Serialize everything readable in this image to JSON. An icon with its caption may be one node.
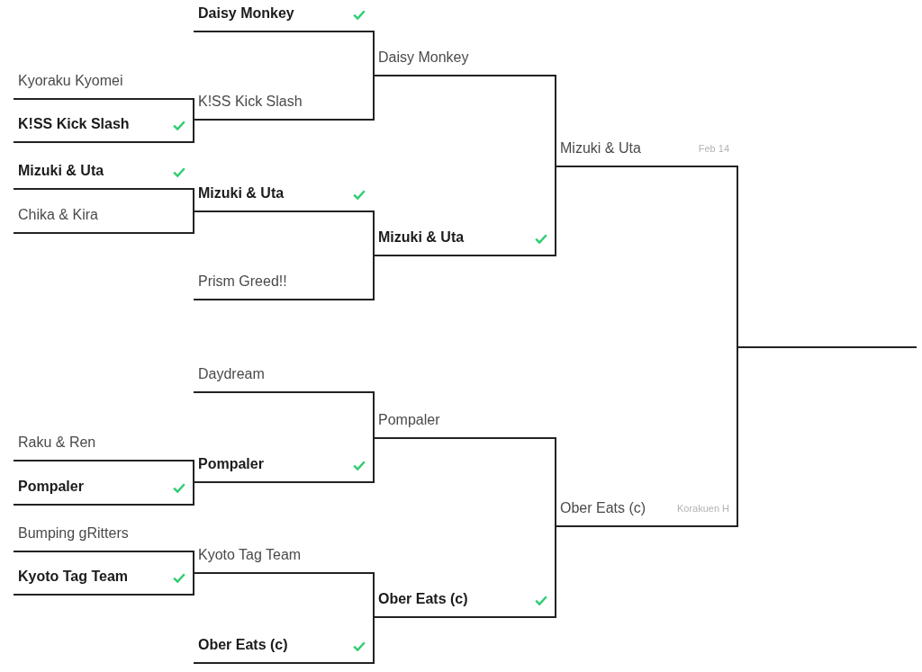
{
  "diagram": {
    "nodes": [
      {
        "text": [
          "Kyoraku Kyomei"
        ]
      },
      {
        "text": [
          "K!SS Kick Slash"
        ]
      },
      {
        "text": [
          "Mizuki & Uta"
        ]
      },
      {
        "text": [
          "Chika & Kira"
        ]
      },
      {
        "text": [
          "Raku & Ren"
        ]
      },
      {
        "text": [
          "Pompaler"
        ]
      },
      {
        "text": [
          "Bumping gRitters"
        ]
      },
      {
        "text": [
          "Kyoto Tag Team"
        ]
      },
      {
        "text": [
          "Daisy Monkey"
        ]
      },
      {
        "text": [
          "K!SS Kick Slash"
        ]
      },
      {
        "text": [
          "Mizuki & Uta"
        ]
      },
      {
        "text": [
          "Prism Greed!!"
        ]
      },
      {
        "text": [
          "Daydream"
        ]
      },
      {
        "text": [
          "Pompaler"
        ]
      },
      {
        "text": [
          "Kyoto Tag Team"
        ]
      },
      {
        "text": [
          "Ober Eats (c)"
        ]
      },
      {
        "text": [
          "Daisy Monkey"
        ]
      },
      {
        "text": [
          "Mizuki & Uta"
        ]
      },
      {
        "text": [
          "Pompaler"
        ]
      },
      {
        "text": [
          "Ober Eats (c)"
        ]
      },
      {
        "text": [
          "Mizuki & Uta",
          "Feb 14"
        ]
      },
      {
        "text": [
          "Ober Eats (c)",
          "Korakuen H"
        ]
      },
      {
        "text": [],
        "shape": "line"
      }
    ],
    "edges": [
      {
        "from": 0,
        "to": 9,
        "arrow": "none"
      },
      {
        "from": 1,
        "to": 9,
        "arrow": "none"
      },
      {
        "from": 2,
        "to": 10,
        "arrow": "none"
      },
      {
        "from": 3,
        "to": 10,
        "arrow": "none"
      },
      {
        "from": 4,
        "to": 13,
        "arrow": "none"
      },
      {
        "from": 5,
        "to": 13,
        "arrow": "none"
      },
      {
        "from": 6,
        "to": 14,
        "arrow": "none"
      },
      {
        "from": 7,
        "to": 14,
        "arrow": "none"
      },
      {
        "from": 8,
        "to": 16,
        "arrow": "none"
      },
      {
        "from": 9,
        "to": 16,
        "arrow": "none"
      },
      {
        "from": 10,
        "to": 17,
        "arrow": "none"
      },
      {
        "from": 11,
        "to": 17,
        "arrow": "none"
      },
      {
        "from": 12,
        "to": 18,
        "arrow": "none"
      },
      {
        "from": 13,
        "to": 18,
        "arrow": "none"
      },
      {
        "from": 14,
        "to": 19,
        "arrow": "none"
      },
      {
        "from": 15,
        "to": 19,
        "arrow": "none"
      },
      {
        "from": 16,
        "to": 20,
        "arrow": "none"
      },
      {
        "from": 17,
        "to": 20,
        "arrow": "none"
      },
      {
        "from": 18,
        "to": 21,
        "arrow": "none"
      },
      {
        "from": 19,
        "to": 21,
        "arrow": "none"
      },
      {
        "from": 20,
        "to": 22,
        "arrow": "none"
      },
      {
        "from": 21,
        "to": 22,
        "arrow": "none"
      }
    ]
  }
}
